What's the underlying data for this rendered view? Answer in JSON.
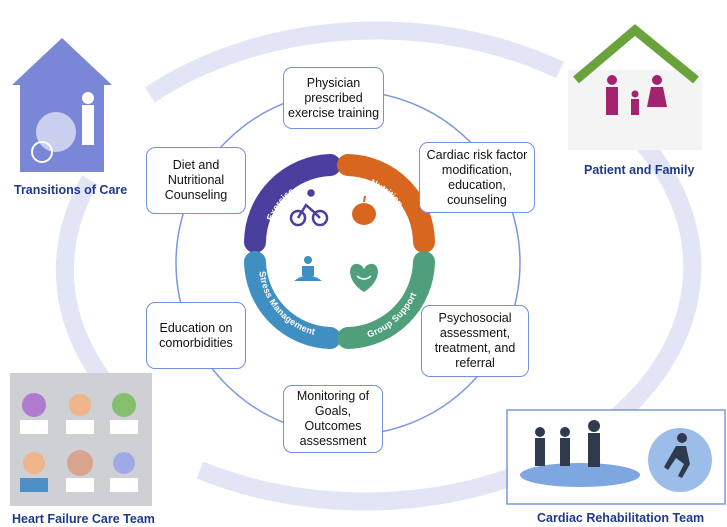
{
  "center": {
    "segments": [
      {
        "label": "Exercise",
        "color": "#4a3f9f",
        "icon": "bicycle-icon"
      },
      {
        "label": "Nutrition",
        "color": "#d8661e",
        "icon": "apple-icon"
      },
      {
        "label": "Stress Management",
        "color": "#3f8fc2",
        "icon": "meditation-icon"
      },
      {
        "label": "Group Support",
        "color": "#4f9f7b",
        "icon": "smiling-heart-icon"
      }
    ]
  },
  "boxes": {
    "physician": "Physician prescribed exercise training",
    "diet": "Diet and Nutritional Counseling",
    "cardiac": "Cardiac risk factor modification, education, counseling",
    "education": "Education on comorbidities",
    "psychosocial": "Psychosocial assessment, treatment, and referral",
    "monitoring": "Monitoring of Goals, Outcomes assessment"
  },
  "corners": {
    "top_left": "Transitions of Care",
    "top_right": "Patient and Family",
    "bottom_left": "Heart Failure Care Team",
    "bottom_right": "Cardiac Rehabilitation Team"
  },
  "colors": {
    "ring": "#e1e5f5",
    "circle": "#7a98de",
    "label": "#1f3a8a"
  }
}
